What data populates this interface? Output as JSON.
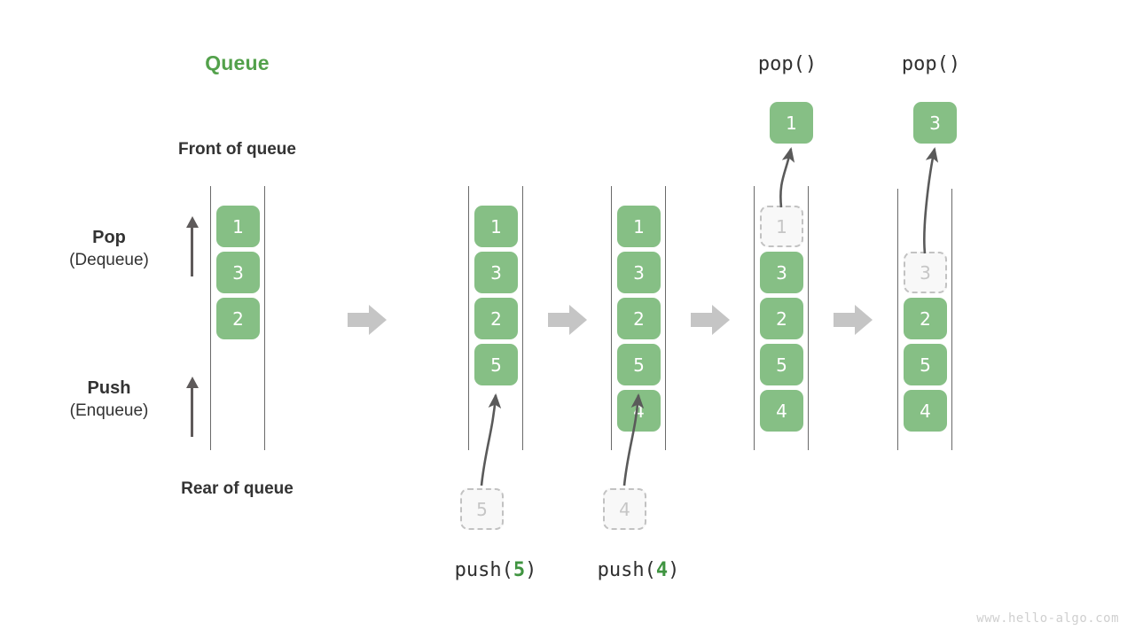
{
  "figure": {
    "title": "Queue",
    "title_color": "#53a14b",
    "front_label": "Front of queue",
    "rear_label": "Rear of queue",
    "watermark": "www.hello-algo.com",
    "cell_color": "#86bf85",
    "ghost_color": "#c6c6c6",
    "arrow_color": "#c5c5c5",
    "motion_arrow_color": "#5a5a5a"
  },
  "side_labels": [
    {
      "primary": "Pop",
      "secondary": "(Dequeue)"
    },
    {
      "primary": "Push",
      "secondary": "(Enqueue)"
    }
  ],
  "stages": [
    {
      "id": "initial",
      "caption": "",
      "op_prefix": "",
      "op_value": "",
      "op_suffix": "",
      "cells": [
        {
          "value": "1",
          "state": "filled"
        },
        {
          "value": "3",
          "state": "filled"
        },
        {
          "value": "2",
          "state": "filled"
        }
      ],
      "incoming": null,
      "outgoing": null
    },
    {
      "id": "push-5",
      "caption": "",
      "op_prefix": "push(",
      "op_value": "5",
      "op_suffix": ")",
      "cells": [
        {
          "value": "1",
          "state": "filled"
        },
        {
          "value": "3",
          "state": "filled"
        },
        {
          "value": "2",
          "state": "filled"
        },
        {
          "value": "5",
          "state": "filled"
        }
      ],
      "incoming": {
        "value": "5",
        "state": "ghost"
      },
      "outgoing": null
    },
    {
      "id": "push-4",
      "caption": "",
      "op_prefix": "push(",
      "op_value": "4",
      "op_suffix": ")",
      "cells": [
        {
          "value": "1",
          "state": "filled"
        },
        {
          "value": "3",
          "state": "filled"
        },
        {
          "value": "2",
          "state": "filled"
        },
        {
          "value": "5",
          "state": "filled"
        },
        {
          "value": "4",
          "state": "filled"
        }
      ],
      "incoming": {
        "value": "4",
        "state": "ghost"
      },
      "outgoing": null
    },
    {
      "id": "pop-1",
      "caption": "pop()",
      "op_prefix": "",
      "op_value": "",
      "op_suffix": "",
      "cells": [
        {
          "value": "1",
          "state": "ghost"
        },
        {
          "value": "3",
          "state": "filled"
        },
        {
          "value": "2",
          "state": "filled"
        },
        {
          "value": "5",
          "state": "filled"
        },
        {
          "value": "4",
          "state": "filled"
        }
      ],
      "incoming": null,
      "outgoing": {
        "value": "1",
        "state": "filled"
      }
    },
    {
      "id": "pop-3",
      "caption": "pop()",
      "op_prefix": "",
      "op_value": "",
      "op_suffix": "",
      "cells": [
        {
          "value": "3",
          "state": "ghost"
        },
        {
          "value": "2",
          "state": "filled"
        },
        {
          "value": "5",
          "state": "filled"
        },
        {
          "value": "4",
          "state": "filled"
        }
      ],
      "incoming": null,
      "outgoing": {
        "value": "3",
        "state": "filled"
      }
    }
  ],
  "transition_arrows": [
    {
      "from": "initial",
      "to": "push-5"
    },
    {
      "from": "push-5",
      "to": "push-4"
    },
    {
      "from": "push-4",
      "to": "pop-1"
    },
    {
      "from": "pop-1",
      "to": "pop-3"
    }
  ]
}
